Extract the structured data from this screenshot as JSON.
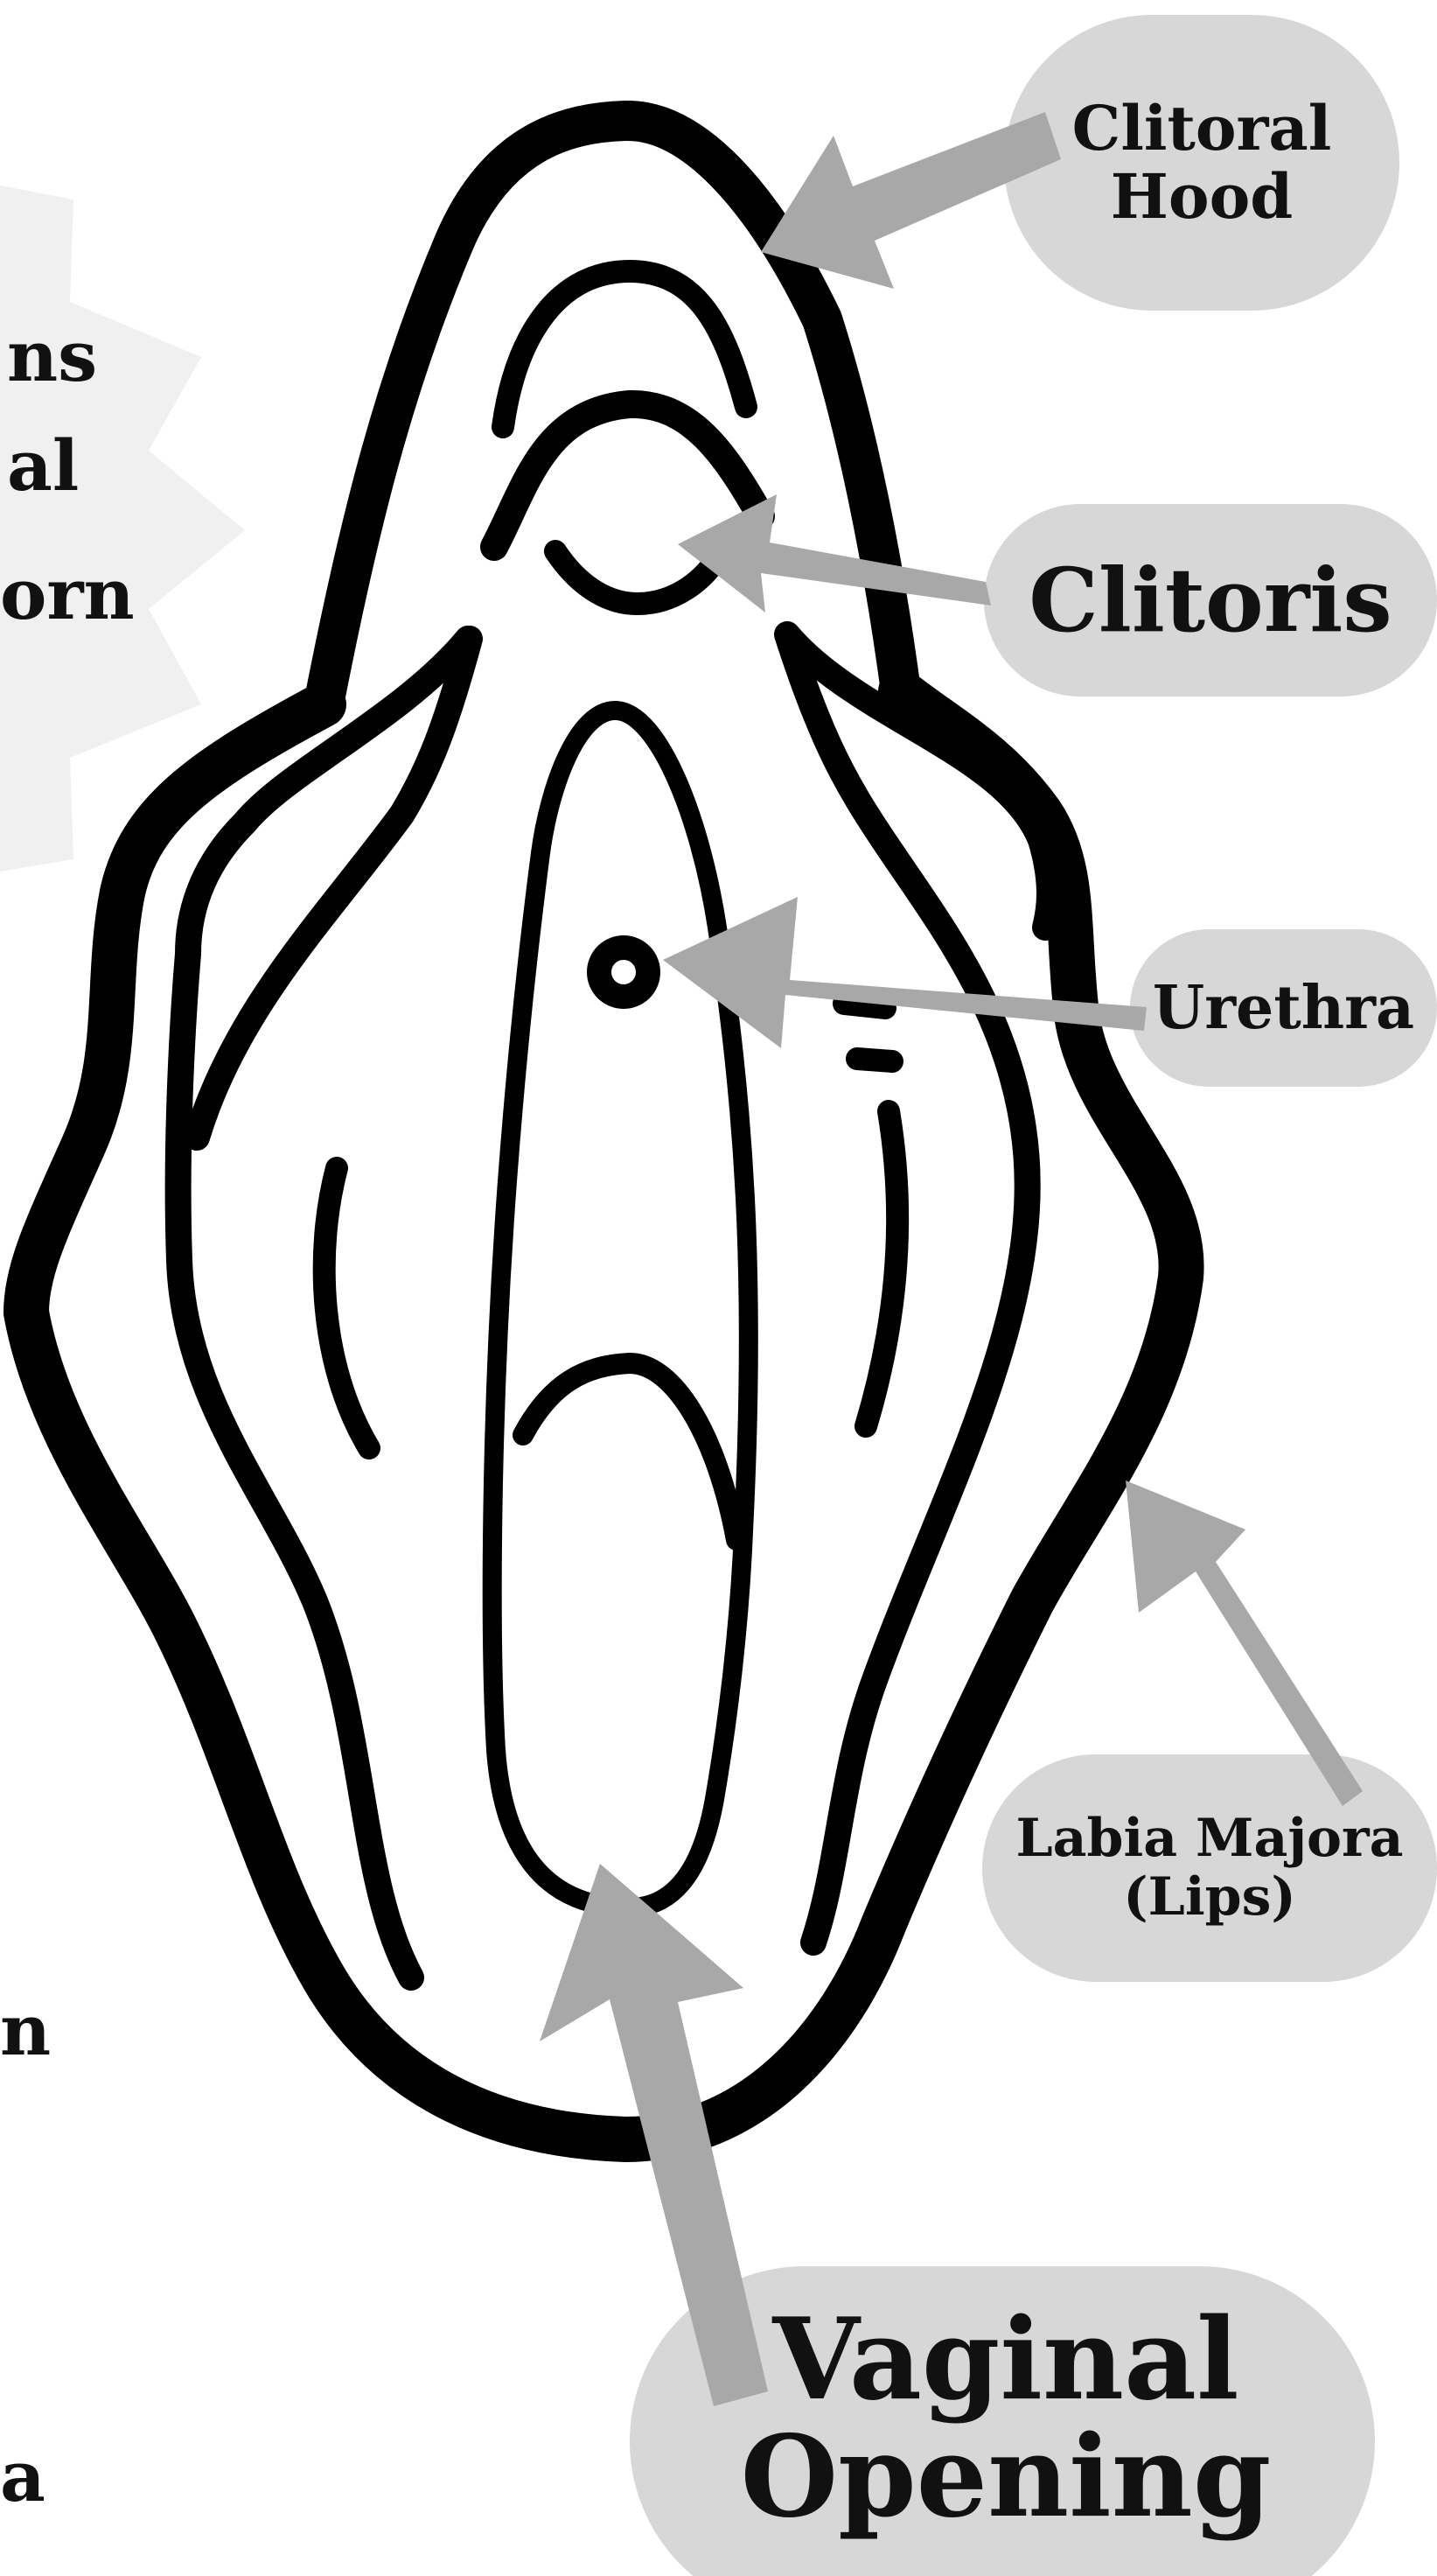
{
  "colors": {
    "outline": "#000000",
    "arrow": "#a8a8a8",
    "label_bubble": "#d7d7d7",
    "side_panel": "#f0f0f0",
    "text": "#111111"
  },
  "side_panel_fragments": [
    "ns",
    "al",
    "orn"
  ],
  "side_text_fragments": [
    "n",
    "a"
  ],
  "labels": {
    "clitoral_hood": [
      "Clitoral",
      "Hood"
    ],
    "clitoris": [
      "Clitoris"
    ],
    "urethra": [
      "Urethra"
    ],
    "labia_majora": [
      "Labia Majora",
      "(Lips)"
    ],
    "vaginal_opening": [
      "Vaginal",
      "Opening"
    ]
  }
}
